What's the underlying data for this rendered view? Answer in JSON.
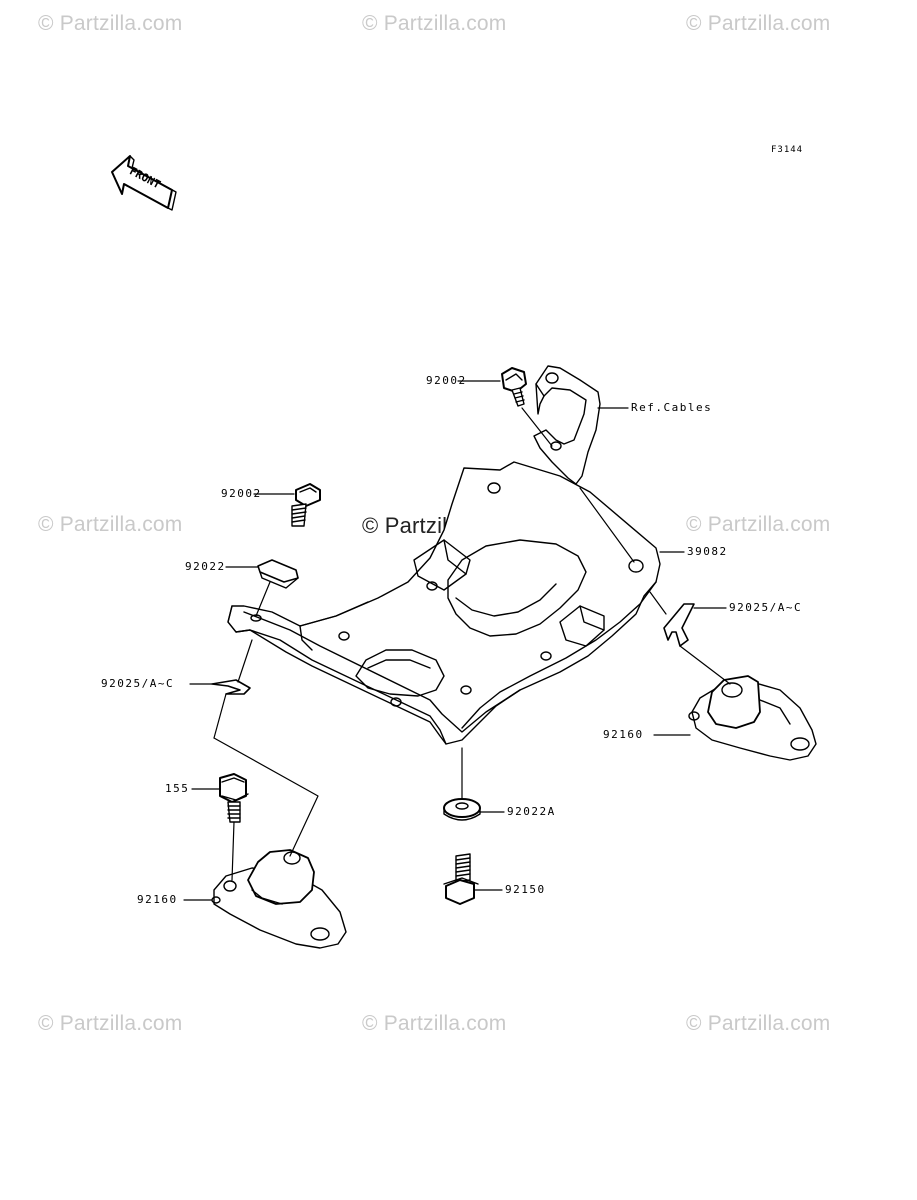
{
  "figure_code": "F3144",
  "front_label": "FRONT",
  "watermarks": {
    "text": "© Partzilla.com",
    "center_text": "© Partzilla.com"
  },
  "parts": {
    "bolt_top": "92002",
    "ref_cables": "Ref.Cables",
    "bolt_left": "92002",
    "bracket": "39082",
    "washer_left": "92022",
    "clip_right": "92025/A~C",
    "clip_left": "92025/A~C",
    "mount_right": "92160",
    "bolt_155": "155",
    "washer_bottom": "92022A",
    "mount_left": "92160",
    "bolt_bottom": "92150"
  },
  "colors": {
    "ink": "#000000",
    "watermark": "#c9c9c9"
  }
}
